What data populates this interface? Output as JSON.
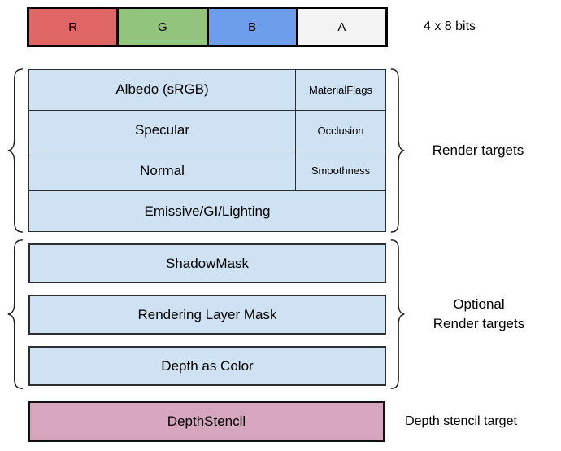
{
  "colors": {
    "red": "#E06666",
    "green": "#93C47D",
    "blue": "#6D9EEB",
    "alpha": "#F3F3F3",
    "target_blue": "#CFE2F3",
    "depth_pink": "#D5A6BD"
  },
  "format_bar": {
    "cells": [
      {
        "label": "R",
        "color": "#E06666"
      },
      {
        "label": "G",
        "color": "#93C47D"
      },
      {
        "label": "B",
        "color": "#6D9EEB"
      },
      {
        "label": "A",
        "color": "#F3F3F3"
      }
    ],
    "caption": "4 x 8 bits"
  },
  "render_targets": {
    "caption": "Render targets",
    "rows": [
      {
        "main": "Albedo (sRGB)",
        "sub": "MaterialFlags"
      },
      {
        "main": "Specular",
        "sub": "Occlusion"
      },
      {
        "main": "Normal",
        "sub": "Smoothness"
      },
      {
        "main": "Emissive/GI/Lighting"
      }
    ]
  },
  "optional_render_targets": {
    "caption_line1": "Optional",
    "caption_line2": "Render targets",
    "items": [
      {
        "label": "ShadowMask"
      },
      {
        "label": "Rendering Layer Mask"
      },
      {
        "label": "Depth as Color"
      }
    ]
  },
  "depth_stencil": {
    "box_label": "DepthStencil",
    "caption": "Depth stencil target"
  }
}
